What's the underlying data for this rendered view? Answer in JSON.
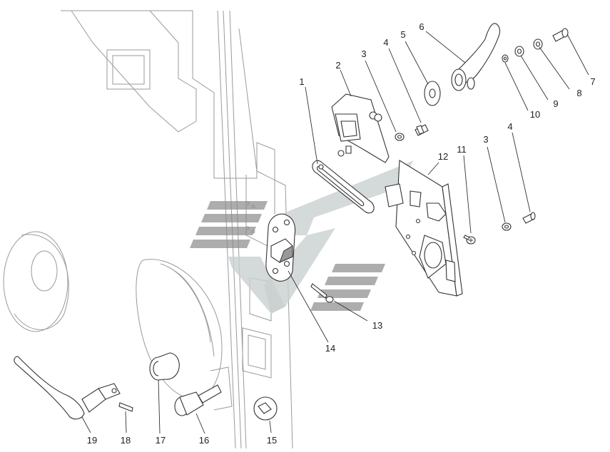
{
  "diagram": {
    "type": "exploded-assembly",
    "colors": {
      "line": "#333333",
      "background_line": "#9a9a9a",
      "watermark_dark": "#8a8a8a",
      "watermark_light": "#c9cfcf"
    },
    "callouts": [
      {
        "id": "1",
        "label": "1"
      },
      {
        "id": "2",
        "label": "2"
      },
      {
        "id": "3a",
        "label": "3"
      },
      {
        "id": "4a",
        "label": "4"
      },
      {
        "id": "5",
        "label": "5"
      },
      {
        "id": "6",
        "label": "6"
      },
      {
        "id": "7",
        "label": "7"
      },
      {
        "id": "8",
        "label": "8"
      },
      {
        "id": "9",
        "label": "9"
      },
      {
        "id": "10",
        "label": "10"
      },
      {
        "id": "11",
        "label": "11"
      },
      {
        "id": "12",
        "label": "12"
      },
      {
        "id": "3b",
        "label": "3"
      },
      {
        "id": "4b",
        "label": "4"
      },
      {
        "id": "13",
        "label": "13"
      },
      {
        "id": "14",
        "label": "14"
      },
      {
        "id": "15",
        "label": "15"
      },
      {
        "id": "16",
        "label": "16"
      },
      {
        "id": "17",
        "label": "17"
      },
      {
        "id": "18",
        "label": "18"
      },
      {
        "id": "19",
        "label": "19"
      }
    ]
  }
}
